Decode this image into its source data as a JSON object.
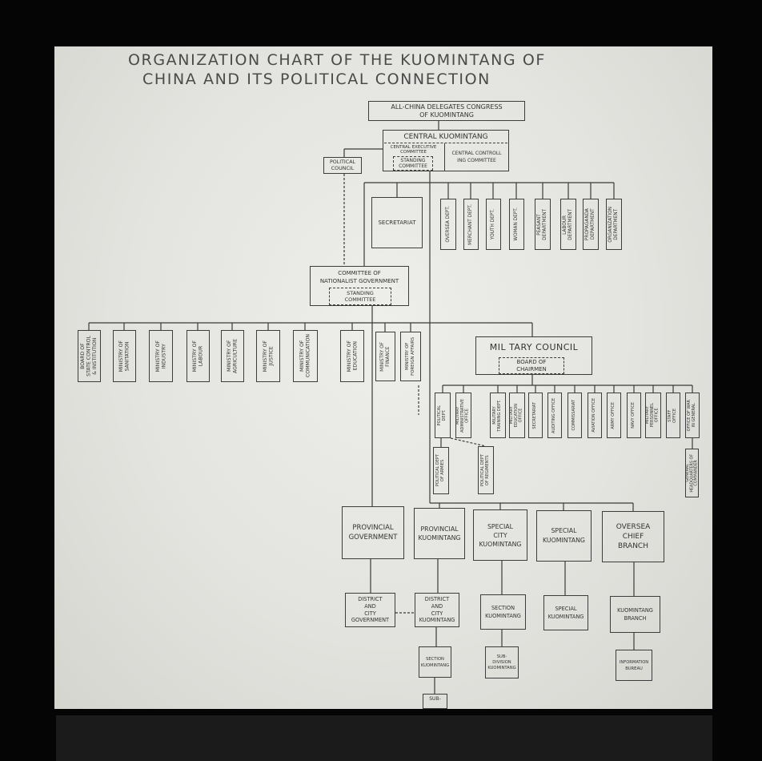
{
  "title": {
    "line1": "ORGANIZATION CHART OF THE KUOMINTANG OF",
    "line2": "CHINA AND ITS POLITICAL CONNECTION"
  },
  "congress": {
    "label": "ALL-CHINA DELEGATES CONGRESS\nOF KUOMINTANG"
  },
  "central": {
    "title": "CENTRAL KUOMINTANG",
    "executive": "CENTRAL EXECUTIVE\nCOMMITTEE",
    "standing": "STANDING\nCOMMITTEE",
    "controlling": "CENTRAL CONTROLL\nING COMMITTEE"
  },
  "political_council": {
    "label": "POLITICAL\nCOUNCIL"
  },
  "secretariat": {
    "label": "SECRETARIAT"
  },
  "departments": [
    {
      "label": "OVERSEA DEPT."
    },
    {
      "label": "MERCHANT DEPT."
    },
    {
      "label": "YOUTH DEPT."
    },
    {
      "label": "WOMAN DEPT."
    },
    {
      "label": "PEASANT\nDEPARTMENT"
    },
    {
      "label": "LABOUR\nDEPARTMENT"
    },
    {
      "label": "PROPAGANDA\nDEPARTMENT"
    },
    {
      "label": "ORGANIZATION\nDEPARTMENT"
    }
  ],
  "nationalist_government": {
    "title": "COMMITTEE OF\nNATIONALIST GOVERNMENT",
    "standing": "STANDING\nCOMMITTEE"
  },
  "ministries": [
    {
      "label": "BOARD OF\nSTATE CONTROL\n& INSTITUTION"
    },
    {
      "label": "MINISTRY OF\nSANITATION"
    },
    {
      "label": "MINISTRY OF\nINDUSTRY"
    },
    {
      "label": "MINISTRY OF\nLABOUR"
    },
    {
      "label": "MINISTRY OF\nAGRICULTURE"
    },
    {
      "label": "MINISTRY OF\nJUSTICE"
    },
    {
      "label": "MINISTRY OF\nCOMMUNICATION"
    },
    {
      "label": "MINISTRY OF\nEDUCATION"
    },
    {
      "label": "MINISTRY OF\nFINANCE"
    },
    {
      "label": "MINISTRY OF\nFOREIGN AFFAIRS"
    }
  ],
  "military_council": {
    "title": "MIL TARY COUNCIL",
    "board": "BOARD OF\nCHAIRMEN"
  },
  "military_offices": [
    {
      "label": "POLITICAL\nDEPT."
    },
    {
      "label": "MILITARY\nADMINISTRATIVE\nOFFICE"
    },
    {
      "label": "MILITARY\nTRAINING DEPT."
    },
    {
      "label": "MILITARY\nEDUCATION\nOFFICE"
    },
    {
      "label": "SECRETARIAT"
    },
    {
      "label": "AUDITING OFFICE"
    },
    {
      "label": "COMMISSARIAT"
    },
    {
      "label": "AVIATION OFFICE"
    },
    {
      "label": "ARMY OFFICE"
    },
    {
      "label": "NAVY OFFICE"
    },
    {
      "label": "MILITARY\nPERSONNEL\nOFFICE"
    },
    {
      "label": "STAFF\nOFFICE"
    },
    {
      "label": "OFFICE OF WAR\nIN GENERAL"
    }
  ],
  "military_sub_units": [
    {
      "label": "POLITICAL DEPT\nOF ARMIES"
    },
    {
      "label": "POLITICAL DEPT\nOF REGIMENTS"
    },
    {
      "label": "GENERAL\nHEADQUARTERS OF\nCOMMANDER"
    }
  ],
  "provincial_row": [
    {
      "label": "PROVINCIAL\nGOVERNMENT"
    },
    {
      "label": "PROVINCIAL\nKUOMINTANG"
    },
    {
      "label": "SPECIAL\nCITY\nKUOMINTANG"
    },
    {
      "label": "SPECIAL\nKUOMINTANG"
    },
    {
      "label": "OVERSEA\nCHIEF\nBRANCH"
    }
  ],
  "district_row": [
    {
      "label": "DISTRICT\nAND\nCITY\nGOVERNMENT"
    },
    {
      "label": "DISTRICT\nAND\nCITY\nKUOMINTANG"
    },
    {
      "label": "SECTION\nKUOMINTANG"
    },
    {
      "label": "SPECIAL\nKUOMINTANG"
    },
    {
      "label": "KUOMINTANG\nBRANCH"
    }
  ],
  "section_row": [
    {
      "label": "SECTION\nKUOMINTANG"
    },
    {
      "label": "SUB-\nDIVISION\nKUOMINTANG"
    },
    {
      "label": "INFORMATION\nBUREAU"
    }
  ],
  "sub_row": {
    "label": "SUB-"
  },
  "colors": {
    "paper": "#e4e4e0",
    "ink": "#333333",
    "frame": "#050505"
  }
}
